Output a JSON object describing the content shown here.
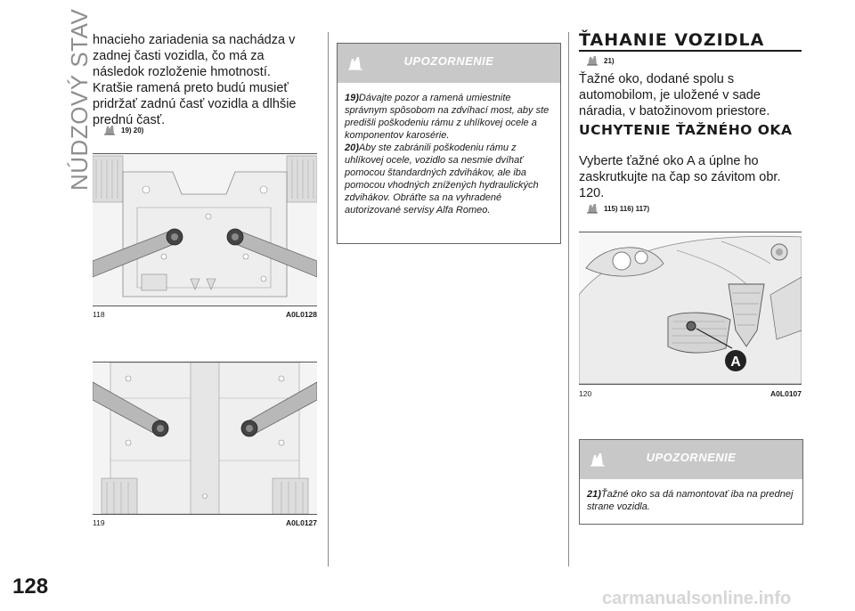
{
  "section_title": "NÚDZOVÝ STAV",
  "page_number": "128",
  "watermark": "carmanualsonline.info",
  "col1": {
    "text": "hnacieho zariadenia sa nachádza v zadnej časti vozidla, čo má za následok rozloženie hmotností. Kratšie ramená preto budú musieť pridržať zadnú časť vozidla a dlhšie prednú časť.",
    "refs": "19) 20)",
    "fig1": {
      "num": "118",
      "code": "A0L0128"
    },
    "fig2": {
      "num": "119",
      "code": "A0L0127"
    }
  },
  "col2": {
    "warning": {
      "title": "UPOZORNENIE",
      "items": [
        {
          "num": "19)",
          "text": "Dávajte pozor a ramená umiestnite správnym spôsobom na zdvíhací most, aby ste predišli poškodeniu rámu z uhlíkovej ocele a komponentov karosérie."
        },
        {
          "num": "20)",
          "text": "Aby ste zabránili poškodeniu rámu z uhlíkovej ocele, vozidlo sa nesmie dvíhať pomocou štandardných zdvihákov, ale iba pomocou vhodných znížených hydraulických zdvihákov. Obráťte sa na vyhradené autorizované servisy Alfa Romeo."
        }
      ]
    }
  },
  "col3": {
    "heading": "ŤAHANIE VOZIDLA",
    "heading_ref": "21)",
    "intro": "Ťažné oko, dodané spolu s automobilom, je uložené v sade náradia, v batožinovom priestore.",
    "subheading": "UCHYTENIE ŤAŽNÉHO OKA",
    "text": "Vyberte ťažné oko A a úplne ho zaskrutkujte na čap so závitom obr. 120.",
    "refs": "115) 116) 117)",
    "fig": {
      "num": "120",
      "code": "A0L0107",
      "callout": "A"
    },
    "warning": {
      "title": "UPOZORNENIE",
      "items": [
        {
          "num": "21)",
          "text": "Ťažné oko sa dá namontovať iba na prednej strane vozidla."
        }
      ]
    }
  }
}
